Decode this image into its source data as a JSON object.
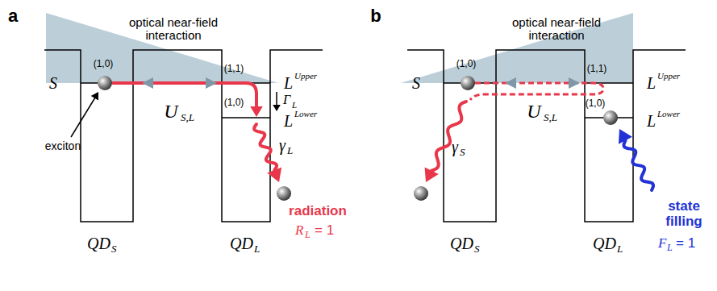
{
  "diagram": {
    "labels": [
      "a",
      "optical near-field interaction",
      "S",
      "(1,0)",
      "(1,1)",
      "L",
      "Upper",
      "(1,0)",
      "L",
      "Lower",
      "Γ",
      "L",
      "U",
      "S,L",
      "exciton",
      "QD",
      "S",
      "QD",
      "L",
      "γ",
      "L",
      "radiation",
      "R",
      "L",
      "= 1",
      "b",
      "optical near-field interaction",
      "S",
      "(1,0)",
      "(1,1)",
      "L",
      "Upper",
      "(1,0)",
      "L",
      "Lower",
      "U",
      "S,L",
      "γ",
      "S",
      "QD",
      "S",
      "QD",
      "L",
      "state filling",
      "F",
      "L",
      "= 1"
    ]
  }
}
